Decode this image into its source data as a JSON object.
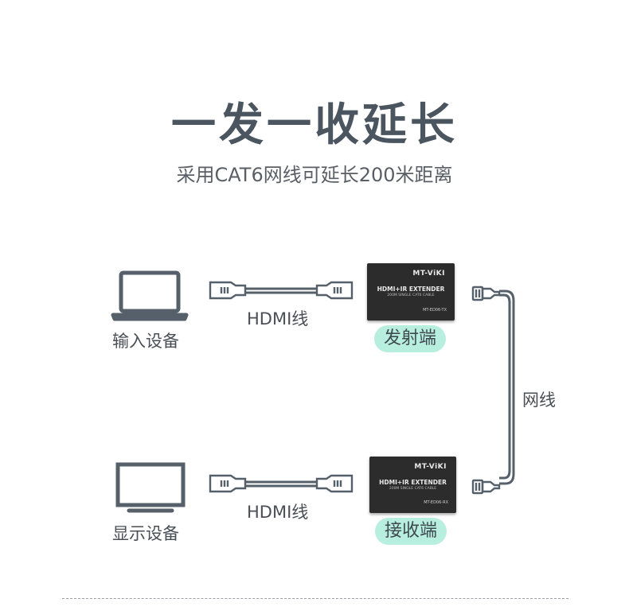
{
  "title": "一发一收延长",
  "subtitle": "采用CAT6网线可延长200米距离",
  "source": {
    "label": "输入设备",
    "icon": "laptop-icon"
  },
  "display": {
    "label": "显示设备",
    "icon": "monitor-icon"
  },
  "cable_top": {
    "label": "HDMI线",
    "icon": "hdmi-cable-icon"
  },
  "cable_bottom": {
    "label": "HDMI线",
    "icon": "hdmi-cable-icon"
  },
  "transmitter": {
    "brand": "MT-ViKI",
    "product": "HDMI+IR EXTENDER",
    "product_sub": "200M SINGLE CAT6 CABLE",
    "model": "MT-ED06-TX",
    "role_label": "发射端"
  },
  "receiver": {
    "brand": "MT-ViKI",
    "product": "HDMI+IR EXTENDER",
    "product_sub": "200M SINGLE CAT6 CABLE",
    "model": "MT-ED06-RX",
    "role_label": "接收端"
  },
  "network_cable": {
    "label": "网线",
    "icon": "ethernet-cable-icon"
  },
  "colors": {
    "accent_pill": "#b8eedd",
    "icon_stroke": "#56606a",
    "device_body": "#2c2c2c"
  }
}
